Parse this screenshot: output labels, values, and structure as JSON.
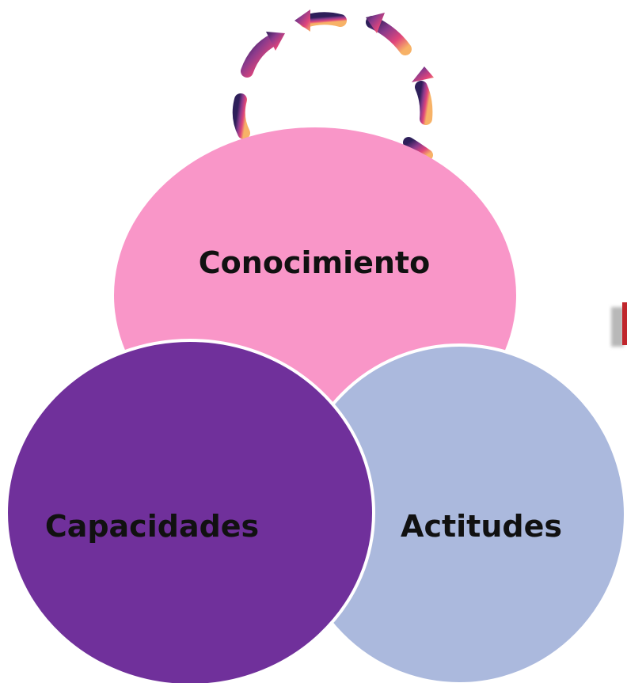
{
  "diagram": {
    "circles": [
      {
        "id": "top",
        "label": "Conocimiento",
        "fill": "#F996C8"
      },
      {
        "id": "left",
        "label": "Capacidades",
        "fill": "#70309B"
      },
      {
        "id": "right",
        "label": "Actitudes",
        "fill": "#ABB9DD"
      }
    ],
    "cycle_arrows": {
      "gradient": [
        "#2E1F5A",
        "#8A3A8C",
        "#E0457B",
        "#F7B267"
      ],
      "direction": "counterclockwise"
    },
    "side_marker": {
      "color": "#C0262C",
      "shadow": "#B8B8B8"
    }
  }
}
